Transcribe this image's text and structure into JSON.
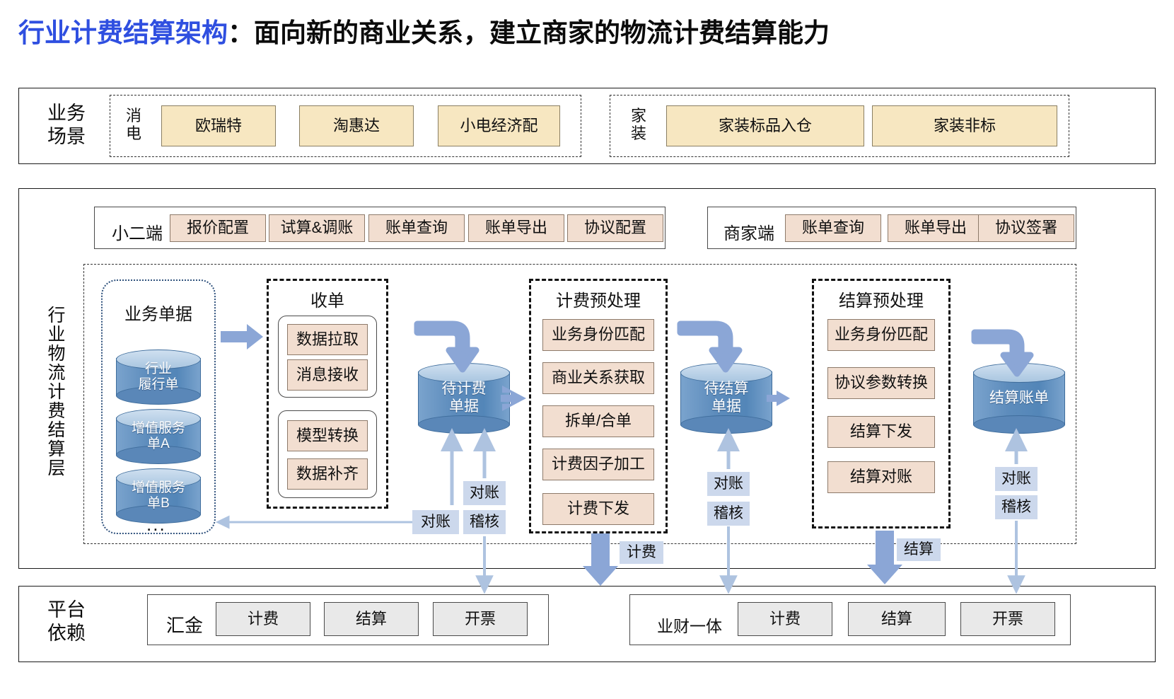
{
  "title": {
    "accent": "行业计费结算架构",
    "rest": "：面向新的商业关系，建立商家的物流计费结算能力"
  },
  "scenario_row": {
    "row_label": "业务\n场景",
    "groups": [
      {
        "label": "消\n电",
        "items": [
          "欧瑞特",
          "淘惠达",
          "小电经济配"
        ]
      },
      {
        "label": "家\n装",
        "items": [
          "家装标品入仓",
          "家装非标"
        ]
      }
    ]
  },
  "platform_layer": {
    "row_label": "行业物流计费结算层",
    "toolbars": [
      {
        "label": "小二端",
        "items": [
          "报价配置",
          "试算&调账",
          "账单查询",
          "账单导出",
          "协议配置"
        ]
      },
      {
        "label": "商家端",
        "items": [
          "账单查询",
          "账单导出",
          "协议签署"
        ]
      }
    ],
    "source_group": {
      "title": "业务单据",
      "stores": [
        "行业\n履行单",
        "增值服务\n单A",
        "增值服务\n单B"
      ],
      "more": "..."
    },
    "stages": [
      {
        "title": "收单",
        "subgroups": [
          [
            "数据拉取",
            "消息接收"
          ],
          [
            "模型转换",
            "数据补齐"
          ]
        ]
      },
      {
        "title": "计费预处理",
        "items": [
          "业务身份匹配",
          "商业关系获取",
          "拆单/合单",
          "计费因子加工",
          "计费下发"
        ]
      },
      {
        "title": "结算预处理",
        "items": [
          "业务身份匹配",
          "协议参数转换",
          "结算下发",
          "结算对账"
        ]
      }
    ],
    "stores_mid": [
      {
        "name": "待计费\n单据",
        "tags": [
          "对账",
          "稽核"
        ],
        "extra_tag": "对账"
      },
      {
        "name": "待结算\n单据",
        "tags": [
          "对账",
          "稽核"
        ]
      },
      {
        "name": "结算账单",
        "tags": [
          "对账",
          "稽核"
        ]
      }
    ],
    "flow_tags": [
      "对账",
      "计费",
      "结算"
    ]
  },
  "dependency_row": {
    "row_label": "平台\n依赖",
    "groups": [
      {
        "label": "汇金",
        "items": [
          "计费",
          "结算",
          "开票"
        ]
      },
      {
        "label": "业财一体",
        "items": [
          "计费",
          "结算",
          "开票"
        ]
      }
    ]
  },
  "colors": {
    "accent_blue": "#2f4fe0",
    "cream": "#f7e7c1",
    "peach": "#f2ded0",
    "grey": "#e9e9e9",
    "pale_blue": "#ccd8ec",
    "cyl_blue": "#5d8cbc",
    "arrow_blue": "#8ba6d6",
    "arrow_light": "#aec3e0"
  }
}
